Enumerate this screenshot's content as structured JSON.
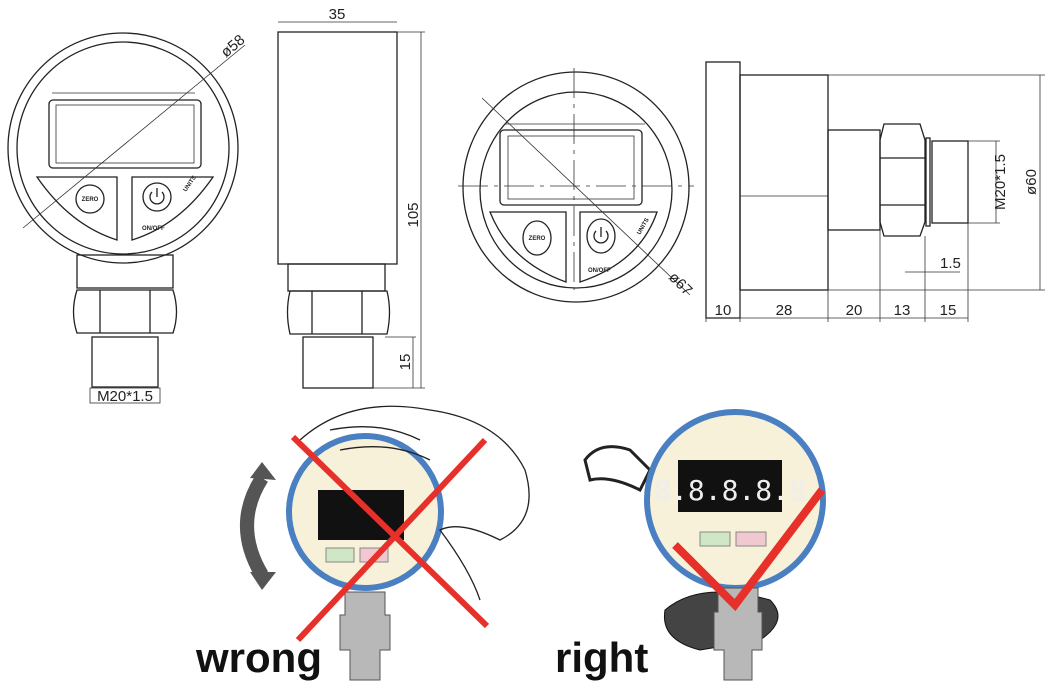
{
  "front_view_1": {
    "diameter_label": "ø58",
    "thread_label": "M20*1.5",
    "button_zero": "ZERO",
    "button_onoff": "ON/OFF",
    "button_units": "UNITS"
  },
  "side_view_1": {
    "width_label": "35",
    "height_label": "105",
    "thread_length_label": "15"
  },
  "front_view_2": {
    "diameter_label": "ø67",
    "button_zero": "ZERO",
    "button_onoff": "ON/OFF",
    "button_units": "UNITS"
  },
  "side_view_2": {
    "diameter_label": "ø60",
    "thread_label": "M20*1.5",
    "gap_label": "1.5",
    "segments": [
      "10",
      "28",
      "20",
      "13",
      "15"
    ]
  },
  "installation": {
    "wrong_label": "wrong",
    "right_label": "right",
    "display_digits": "8.8.8.8.8"
  },
  "colors": {
    "ring_blue": "#4a7fc1",
    "mark_red": "#e8302a",
    "line": "#222222"
  }
}
